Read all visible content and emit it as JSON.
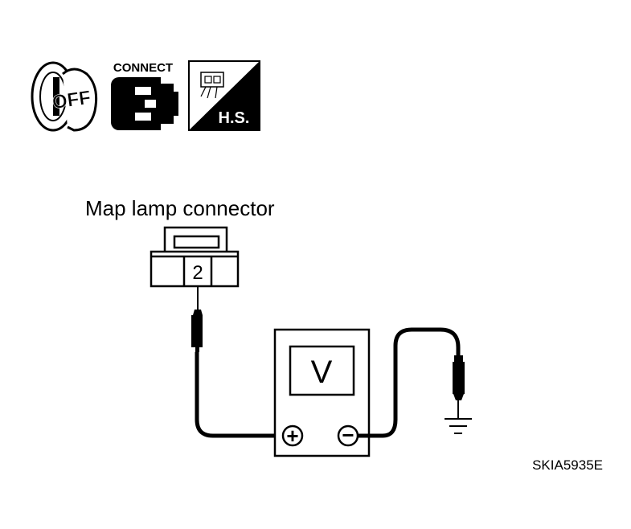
{
  "icons": {
    "ignition": {
      "text": "OFF",
      "icon": "ignition-key-off-icon"
    },
    "connect": {
      "label": "CONNECT",
      "icon": "connector-connect-icon"
    },
    "harness_side": {
      "label": "H.S.",
      "icon": "harness-side-connector-icon"
    }
  },
  "connector": {
    "title": "Map lamp connector",
    "terminal": "2"
  },
  "voltmeter": {
    "display": "V",
    "positive": "+",
    "negative": "−"
  },
  "figure_id": "SKIA5935E"
}
